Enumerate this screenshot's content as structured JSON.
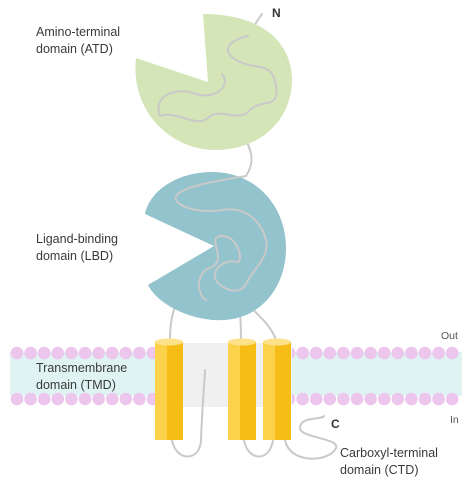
{
  "labels": {
    "atd": {
      "line1": "Amino-terminal",
      "line2": "domain (ATD)"
    },
    "lbd": {
      "line1": "Ligand-binding",
      "line2": "domain (LBD)"
    },
    "tmd": {
      "line1": "Transmembrane",
      "line2": "domain (TMD)"
    },
    "ctd": {
      "line1": "Carboxyl-terminal",
      "line2": "domain (CTD)"
    }
  },
  "terminals": {
    "n": "N",
    "c": "C"
  },
  "membrane": {
    "outside": "Out",
    "inside": "In"
  },
  "colors": {
    "atd_fill": "#d4e5b8",
    "lbd_fill": "#93c3cc",
    "helix": "#f7bd17",
    "helix_light": "#fcd24a",
    "lipid_head": "#ecc6ec",
    "bilayer_core": "#dff4f2",
    "chain": "#c9c9c9"
  },
  "icons": [
    "lipid-bilayer",
    "helix-cylinder",
    "clamshell-domain"
  ]
}
